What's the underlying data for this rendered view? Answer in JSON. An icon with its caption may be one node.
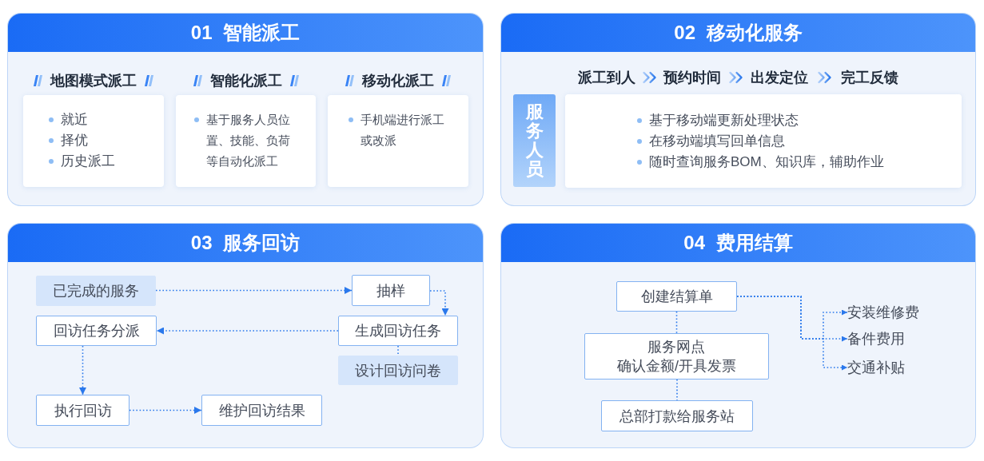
{
  "diagram": {
    "nodes": [
      {
        "text": [
          "01 智能派工"
        ]
      },
      {
        "text": [
          "地图模式派工",
          "就近",
          "择优",
          "历史派工"
        ],
        "in": 0
      },
      {
        "text": [
          "智能化派工",
          "基于服务人员位置、技能、负荷等自动化派工"
        ],
        "in": 0
      },
      {
        "text": [
          "移动化派工",
          "手机端进行派工或改派"
        ],
        "in": 0
      },
      {
        "text": [
          "02 移动化服务"
        ]
      },
      {
        "text": [
          "派工到人"
        ],
        "in": 4
      },
      {
        "text": [
          "预约时间"
        ],
        "in": 4
      },
      {
        "text": [
          "出发定位"
        ],
        "in": 4
      },
      {
        "text": [
          "完工反馈"
        ],
        "in": 4
      },
      {
        "text": [
          "服务人员"
        ],
        "in": 4
      },
      {
        "text": [
          "基于移动端更新处理状态",
          "在移动端填写回单信息",
          "随时查询服务BOM、知识库，辅助作业"
        ],
        "in": 4
      },
      {
        "text": [
          "03 服务回访"
        ]
      },
      {
        "text": [
          "已完成的服务"
        ],
        "in": 11
      },
      {
        "text": [
          "抽样"
        ],
        "in": 11
      },
      {
        "text": [
          "回访任务分派"
        ],
        "in": 11
      },
      {
        "text": [
          "生成回访任务"
        ],
        "in": 11
      },
      {
        "text": [
          "设计回访问卷"
        ],
        "in": 11
      },
      {
        "text": [
          "执行回访"
        ],
        "in": 11
      },
      {
        "text": [
          "维护回访结果"
        ],
        "in": 11
      },
      {
        "text": [
          "04 费用结算"
        ]
      },
      {
        "text": [
          "创建结算单"
        ],
        "in": 19
      },
      {
        "text": [
          "服务网点",
          "确认金额/开具发票"
        ],
        "in": 19
      },
      {
        "text": [
          "总部打款给服务站"
        ],
        "in": 19
      },
      {
        "text": [
          "安装维修费"
        ],
        "in": 19
      },
      {
        "text": [
          "备件费用"
        ],
        "in": 19
      },
      {
        "text": [
          "交通补贴"
        ],
        "in": 19
      }
    ],
    "edges": [
      {
        "from": 5,
        "to": 6,
        "arrow": "to"
      },
      {
        "from": 6,
        "to": 7,
        "arrow": "to"
      },
      {
        "from": 7,
        "to": 8,
        "arrow": "to"
      },
      {
        "from": 12,
        "to": 13,
        "arrow": "to",
        "style": "dashed"
      },
      {
        "from": 13,
        "to": 15,
        "arrow": "to",
        "style": "dashed"
      },
      {
        "from": 15,
        "to": 14,
        "arrow": "to",
        "style": "dashed"
      },
      {
        "from": 15,
        "to": 16,
        "arrow": "none",
        "style": "dashed"
      },
      {
        "from": 14,
        "to": 17,
        "arrow": "to",
        "style": "dashed"
      },
      {
        "from": 17,
        "to": 18,
        "arrow": "to",
        "style": "dashed"
      },
      {
        "from": 20,
        "to": 21,
        "arrow": "none",
        "style": "dashed"
      },
      {
        "from": 21,
        "to": 22,
        "arrow": "none",
        "style": "dashed"
      },
      {
        "from": 20,
        "to": 23,
        "arrow": "to",
        "style": "dashed"
      },
      {
        "from": 20,
        "to": 24,
        "arrow": "to",
        "style": "dashed"
      },
      {
        "from": 20,
        "to": 25,
        "arrow": "to",
        "style": "dashed"
      }
    ]
  }
}
